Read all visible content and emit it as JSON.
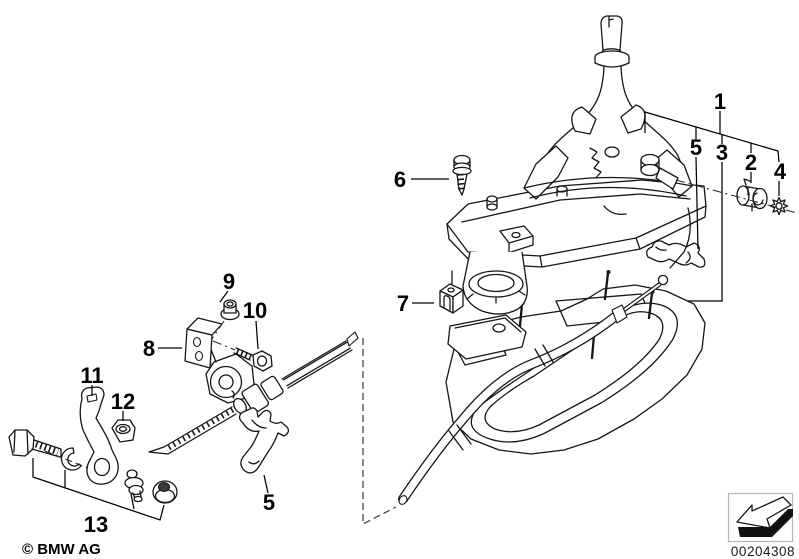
{
  "callouts": {
    "n1": "1",
    "n2": "2",
    "n3": "3",
    "n4": "4",
    "n5_upper": "5",
    "n5_lower": "5",
    "n6": "6",
    "n7": "7",
    "n8": "8",
    "n9": "9",
    "n10": "10",
    "n11": "11",
    "n12": "12",
    "n13": "13"
  },
  "footer": {
    "copyright": "© BMW AG",
    "document_number": "00204308",
    "nav_icon": "page-back-arrow-icon"
  },
  "colors": {
    "line": "#161616",
    "background": "#ffffff",
    "icon_frame_border": "#b5b5b5"
  }
}
